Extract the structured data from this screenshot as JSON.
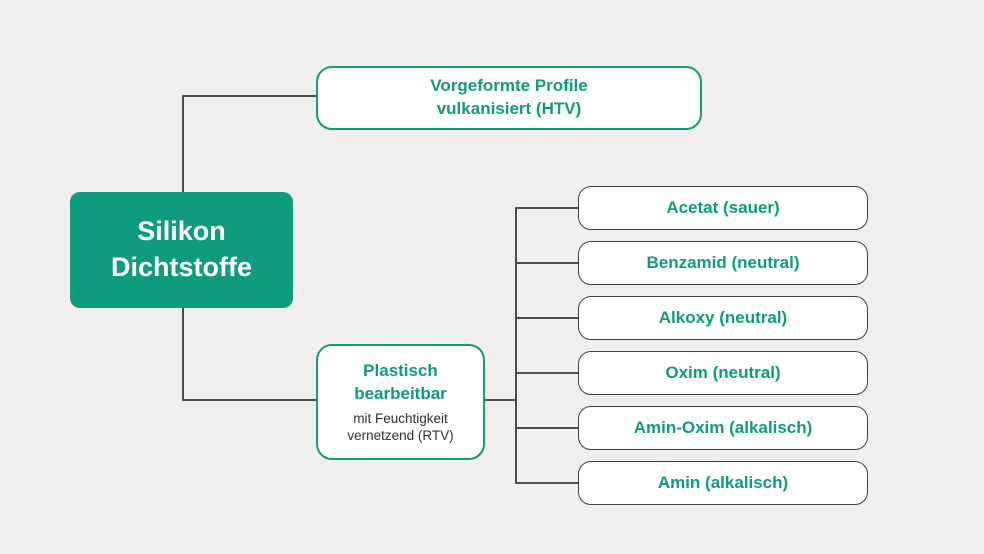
{
  "palette": {
    "background": "#f0efee",
    "green": "#0f9b7d",
    "line_gray": "#4a4d4e",
    "box_border_dark": "#3f4243",
    "dark_text": "#2e3133",
    "node_fill": "#ffffff"
  },
  "root": {
    "title_line1": "Silikon",
    "title_line2": "Dichtstoffe"
  },
  "branch_htv": {
    "label_line1": "Vorgeformte Profile",
    "label_line2": "vulkanisiert (HTV)"
  },
  "branch_rtv": {
    "title_line1": "Plastisch",
    "title_line2": "bearbeitbar",
    "subtitle_line1": "mit Feuchtigkeit",
    "subtitle_line2": "vernetzend (RTV)"
  },
  "leaves": [
    {
      "label": "Acetat (sauer)"
    },
    {
      "label": "Benzamid (neutral)"
    },
    {
      "label": "Alkoxy (neutral)"
    },
    {
      "label": "Oxim (neutral)"
    },
    {
      "label": "Amin-Oxim (alkalisch)"
    },
    {
      "label": "Amin (alkalisch)"
    }
  ]
}
